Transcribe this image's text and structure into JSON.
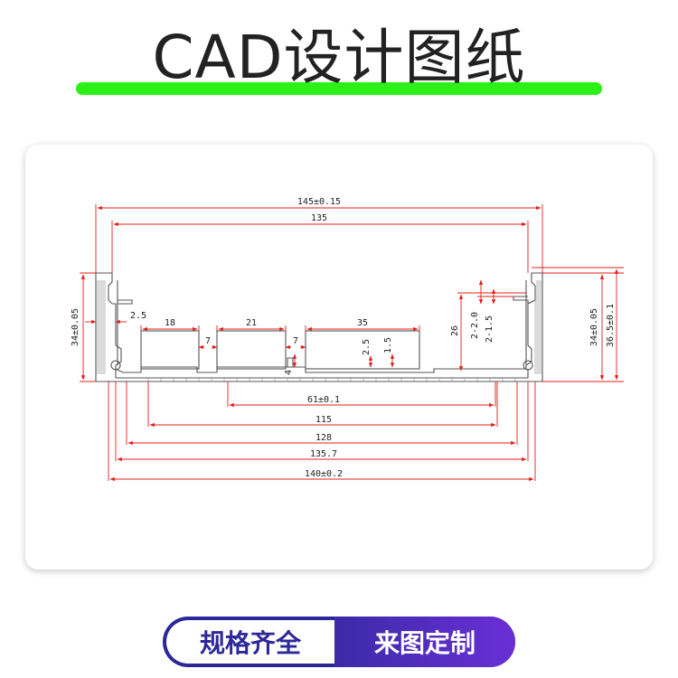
{
  "header": {
    "title": "CAD设计图纸",
    "accent_color": "#2ef019"
  },
  "drawing": {
    "line_color": "#e0201c",
    "profile_color": "#555555",
    "dims": {
      "top_overall": "145±0.15",
      "top_inner": "135",
      "left_height": "34±0.05",
      "left_wall": "2.5",
      "slot1": "18",
      "gap1": "7",
      "slot2": "21",
      "gap2": "7",
      "slot3": "35",
      "slot_h1": "2.5",
      "slot_h2": "1.5",
      "fin": "4",
      "rib_span": "61±0.1",
      "right_26": "26",
      "right_22": "2-2.0",
      "right_15": "2-1.5",
      "right_height": "34±0.05",
      "right_total": "36.5±0.1",
      "bottom_115": "115",
      "bottom_128": "128",
      "bottom_1357": "135.7",
      "bottom_overall": "140±0.2"
    }
  },
  "footer": {
    "left_label": "规格齐全",
    "right_label": "来图定制"
  }
}
